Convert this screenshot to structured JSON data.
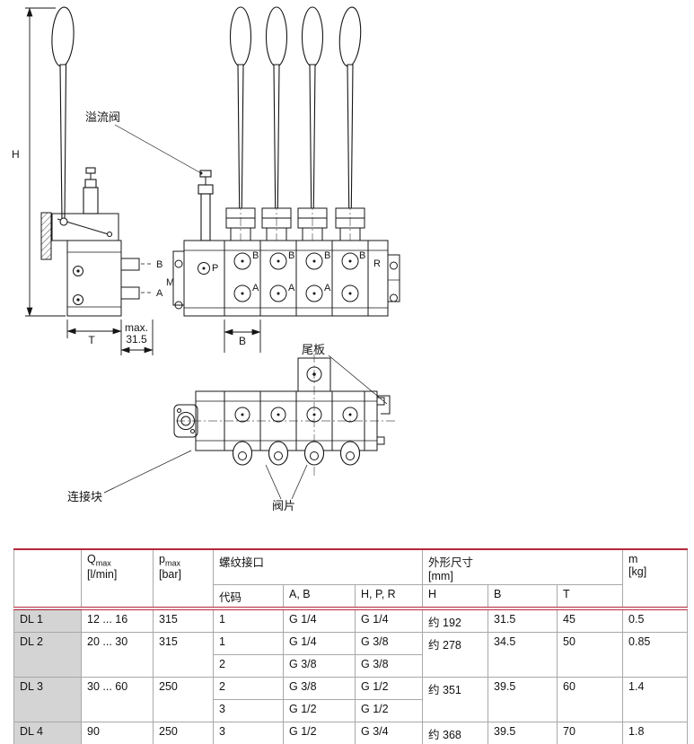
{
  "colors": {
    "accent_red": "#b5293a",
    "model_column_shade": "#d4d4d4",
    "grid_line": "#a8a8a8",
    "drawing_ink": "#151515"
  },
  "drawing": {
    "side_view": {
      "dim_h_label": "H",
      "dim_t_label": "T",
      "dim_max_label_line1": "max.",
      "dim_max_label_line2": "31.5",
      "port_b_label": "B",
      "port_a_label": "A"
    },
    "front_view": {
      "relief_valve_label": "溢流阀",
      "port_m_label": "M",
      "port_p_label": "P",
      "port_r_label": "R",
      "port_b_labels": [
        "B",
        "B",
        "B",
        "B"
      ],
      "port_a_labels": [
        "A",
        "A",
        "A"
      ],
      "dim_b_label": "B"
    },
    "top_view": {
      "end_plate_label": "尾板",
      "connection_block_label": "连接块",
      "valve_section_label": "阀片"
    }
  },
  "table": {
    "headers": {
      "q": {
        "base": "Q",
        "sub": "max",
        "unit": "[l/min]"
      },
      "p": {
        "base": "p",
        "sub": "max",
        "unit": "[bar]"
      },
      "thread_group": "螺纹接口",
      "thread_cols": {
        "code": "代码",
        "ab": "A, B",
        "hpr": "H, P, R"
      },
      "dims_group": {
        "title": "外形尺寸",
        "unit": "[mm]"
      },
      "dims_cols": {
        "h": "H",
        "b": "B",
        "t": "T"
      },
      "m": {
        "base": "m",
        "unit": "[kg]"
      }
    },
    "rows": [
      {
        "model": "DL 1",
        "q": "12 ... 16",
        "p": "315",
        "variants": [
          {
            "code": "1",
            "ab": "G 1/4",
            "hpr": "G 1/4"
          }
        ],
        "h": "约 192",
        "b": "31.5",
        "t": "45",
        "m": "0.5"
      },
      {
        "model": "DL 2",
        "q": "20 ... 30",
        "p": "315",
        "variants": [
          {
            "code": "1",
            "ab": "G 1/4",
            "hpr": "G 3/8"
          },
          {
            "code": "2",
            "ab": "G 3/8",
            "hpr": "G 3/8"
          }
        ],
        "h": "约 278",
        "b": "34.5",
        "t": "50",
        "m": "0.85"
      },
      {
        "model": "DL 3",
        "q": "30 ... 60",
        "p": "250",
        "variants": [
          {
            "code": "2",
            "ab": "G 3/8",
            "hpr": "G 1/2"
          },
          {
            "code": "3",
            "ab": "G 1/2",
            "hpr": "G 1/2"
          }
        ],
        "h": "约 351",
        "b": "39.5",
        "t": "60",
        "m": "1.4"
      },
      {
        "model": "DL 4",
        "q": "90",
        "p": "250",
        "variants": [
          {
            "code": "3",
            "ab": "G 1/2",
            "hpr": "G 3/4"
          }
        ],
        "h": "约 368",
        "b": "39.5",
        "t": "70",
        "m": "1.8"
      }
    ]
  }
}
